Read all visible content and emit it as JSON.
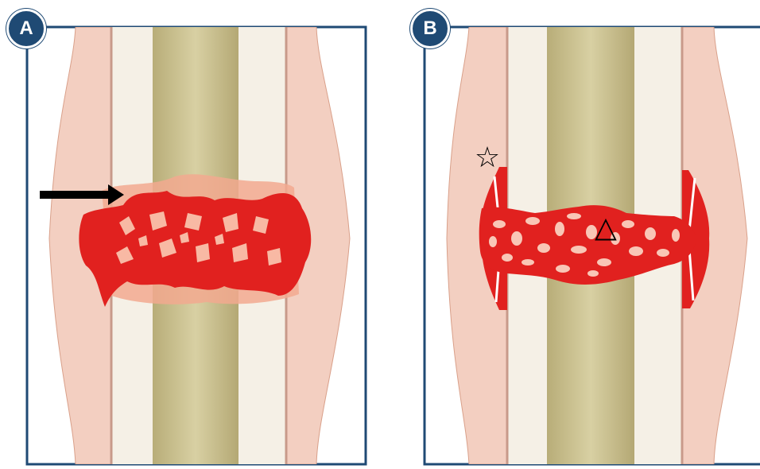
{
  "panels": [
    {
      "label": "A",
      "marker": "arrow"
    },
    {
      "label": "B",
      "markers": [
        "☆",
        "△"
      ]
    }
  ],
  "colors": {
    "frame": "#1f4a74",
    "soft_tissue": "#f2cbbe",
    "cortex": "#f4efe5",
    "marrow": "#c9c08f",
    "hematoma": "#e1211f",
    "callus": "#f7c3ae"
  }
}
